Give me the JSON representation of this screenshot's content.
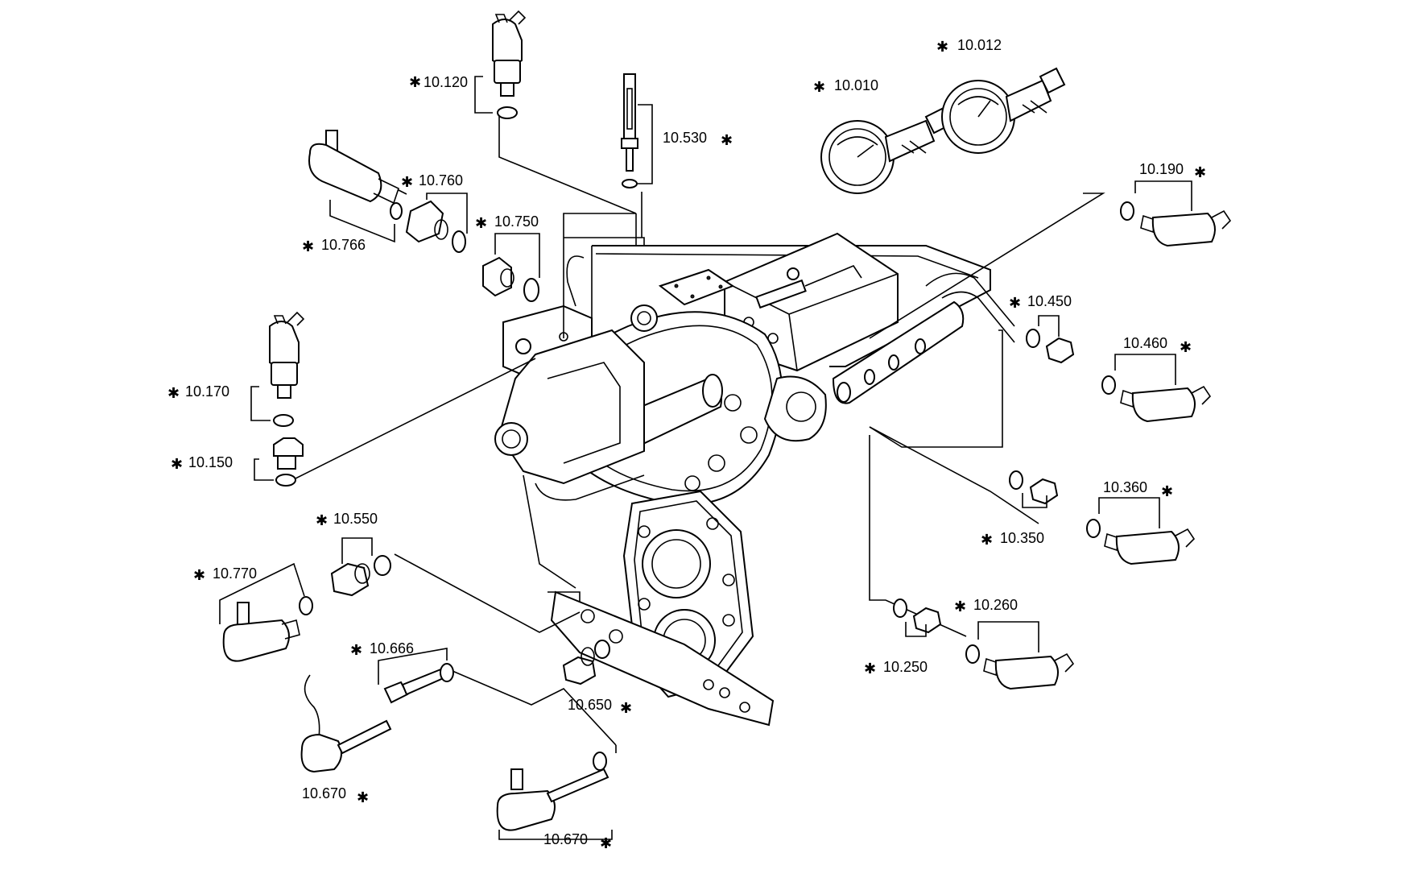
{
  "callouts": [
    {
      "id": "c-10120",
      "number": "10.120",
      "marked": true
    },
    {
      "id": "c-10530",
      "number": "10.530",
      "marked": true
    },
    {
      "id": "c-10010",
      "number": "10.010",
      "marked": true
    },
    {
      "id": "c-10012",
      "number": "10.012",
      "marked": true
    },
    {
      "id": "c-10190",
      "number": "10.190",
      "marked": true
    },
    {
      "id": "c-10760",
      "number": "10.760",
      "marked": true
    },
    {
      "id": "c-10750",
      "number": "10.750",
      "marked": true
    },
    {
      "id": "c-10766",
      "number": "10.766",
      "marked": true
    },
    {
      "id": "c-10450",
      "number": "10.450",
      "marked": true
    },
    {
      "id": "c-10460",
      "number": "10.460",
      "marked": true
    },
    {
      "id": "c-10170",
      "number": "10.170",
      "marked": true
    },
    {
      "id": "c-10150",
      "number": "10.150",
      "marked": true
    },
    {
      "id": "c-10360",
      "number": "10.360",
      "marked": true
    },
    {
      "id": "c-10350",
      "number": "10.350",
      "marked": true
    },
    {
      "id": "c-10550",
      "number": "10.550",
      "marked": true
    },
    {
      "id": "c-10770",
      "number": "10.770",
      "marked": true
    },
    {
      "id": "c-10260",
      "number": "10.260",
      "marked": true
    },
    {
      "id": "c-10250",
      "number": "10.250",
      "marked": true
    },
    {
      "id": "c-10666",
      "number": "10.666",
      "marked": true
    },
    {
      "id": "c-10650",
      "number": "10.650",
      "marked": true
    },
    {
      "id": "c-10670a",
      "number": "10.670",
      "marked": true
    },
    {
      "id": "c-10670b",
      "number": "10.670",
      "marked": true
    }
  ],
  "marker_symbol": "✱"
}
